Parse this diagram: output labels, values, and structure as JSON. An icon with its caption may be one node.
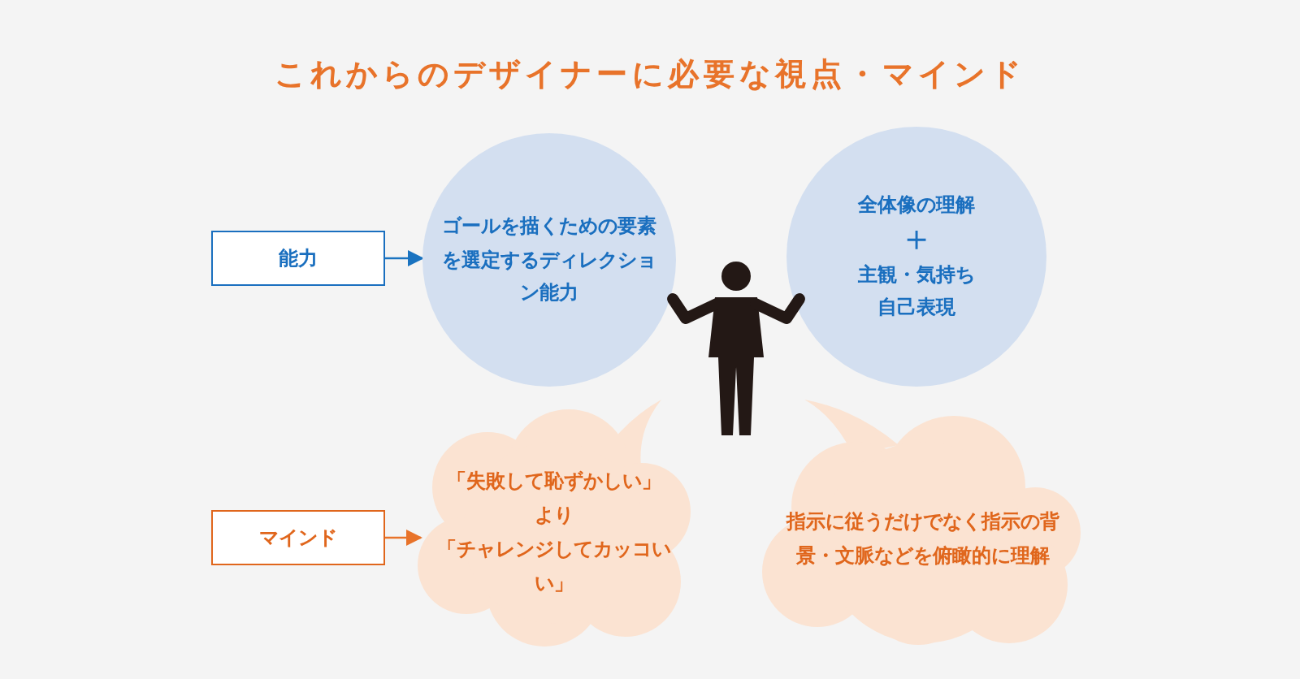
{
  "diagram": {
    "title": "これからのデザイナーに必要な視点・マインド",
    "nodes": [
      {
        "text": [
          "能力"
        ]
      },
      {
        "text": [
          "ゴールを描くための要素を選定するディレクション能力"
        ]
      },
      {
        "text": [
          "全体像の理解",
          "＋",
          "主観・気持ち",
          "自己表現"
        ]
      },
      {
        "text": [],
        "shape": "person"
      },
      {
        "text": [
          "マインド"
        ]
      },
      {
        "text": [
          "「失敗して恥ずかしい」",
          "より",
          "「チャレンジしてカッコいい」"
        ]
      },
      {
        "text": [
          "指示に従うだけでなく指示の背景・文脈などを俯瞰的に理解"
        ]
      }
    ],
    "edges": [
      {
        "from": 0,
        "to": 1,
        "arrow": "to",
        "color": "#1a73c0"
      },
      {
        "from": 4,
        "to": 5,
        "arrow": "to",
        "color": "#e8732a"
      }
    ]
  }
}
